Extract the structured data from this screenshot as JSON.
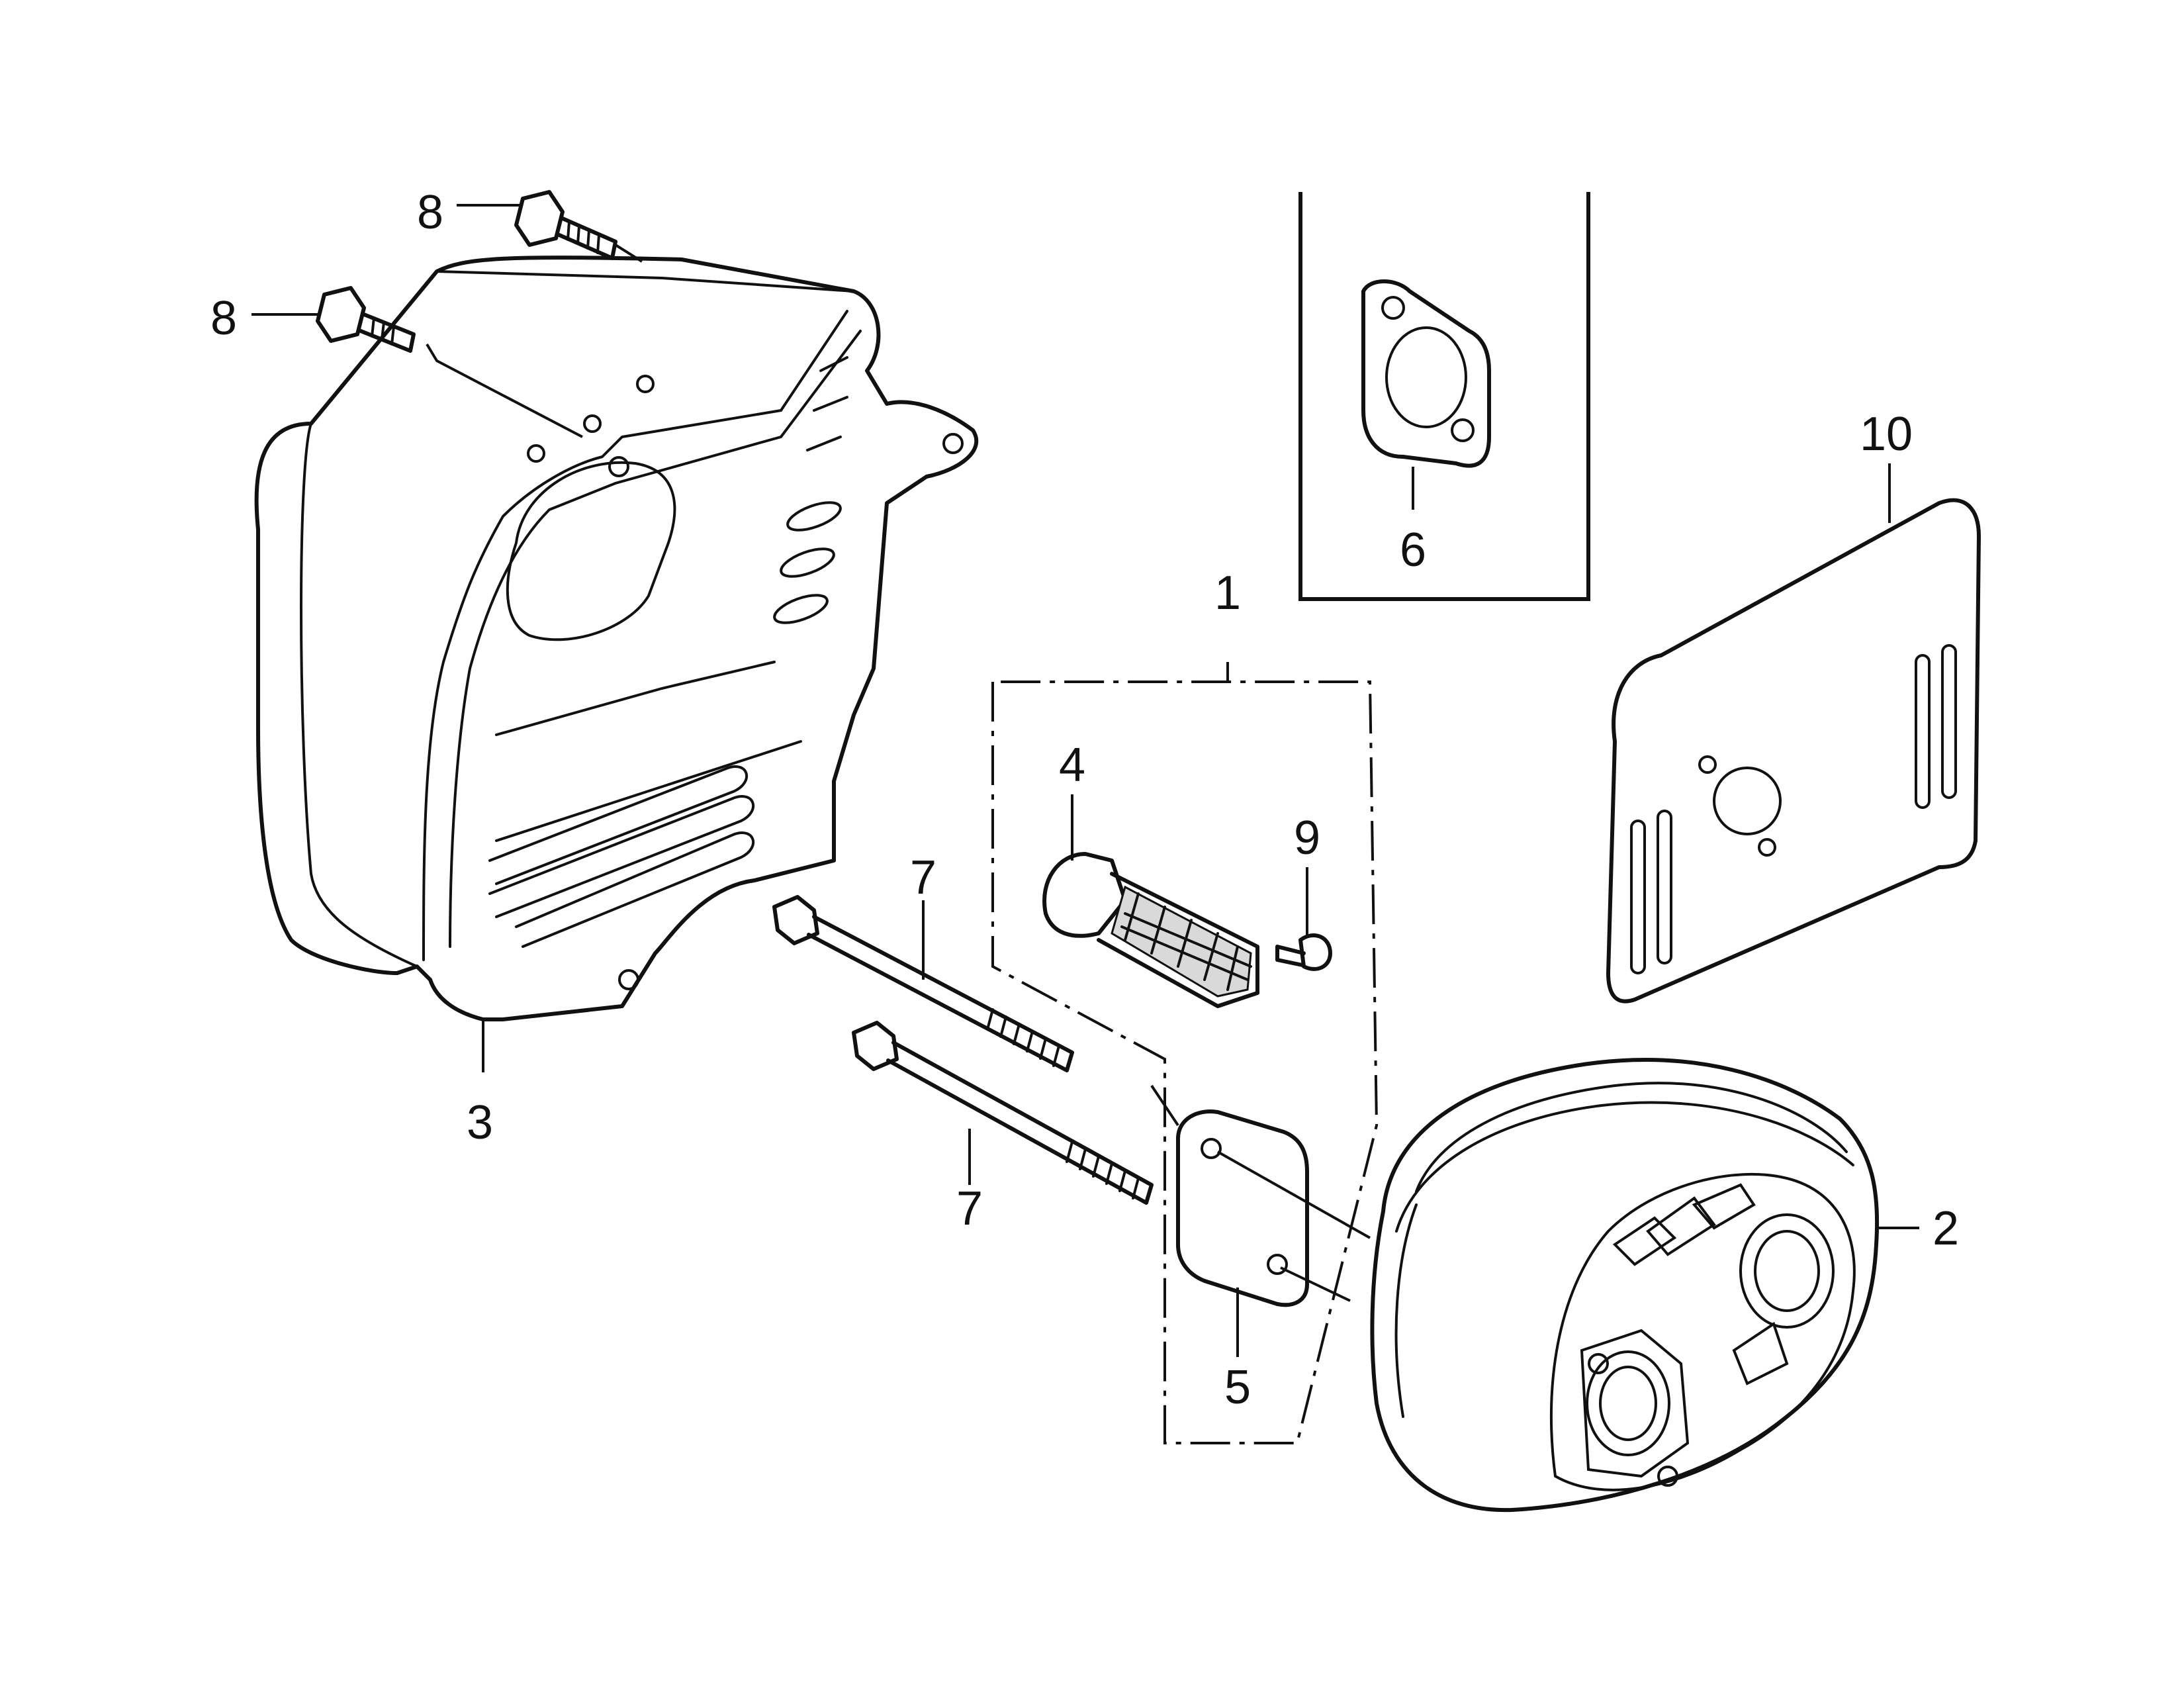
{
  "callouts": {
    "c1": "1",
    "c2": "2",
    "c3": "3",
    "c4": "4",
    "c5": "5",
    "c6": "6",
    "c7a": "7",
    "c7b": "7",
    "c8a": "8",
    "c8b": "8",
    "c9": "9",
    "c10": "10"
  },
  "colors": {
    "line": "#111111",
    "background": "#ffffff"
  }
}
